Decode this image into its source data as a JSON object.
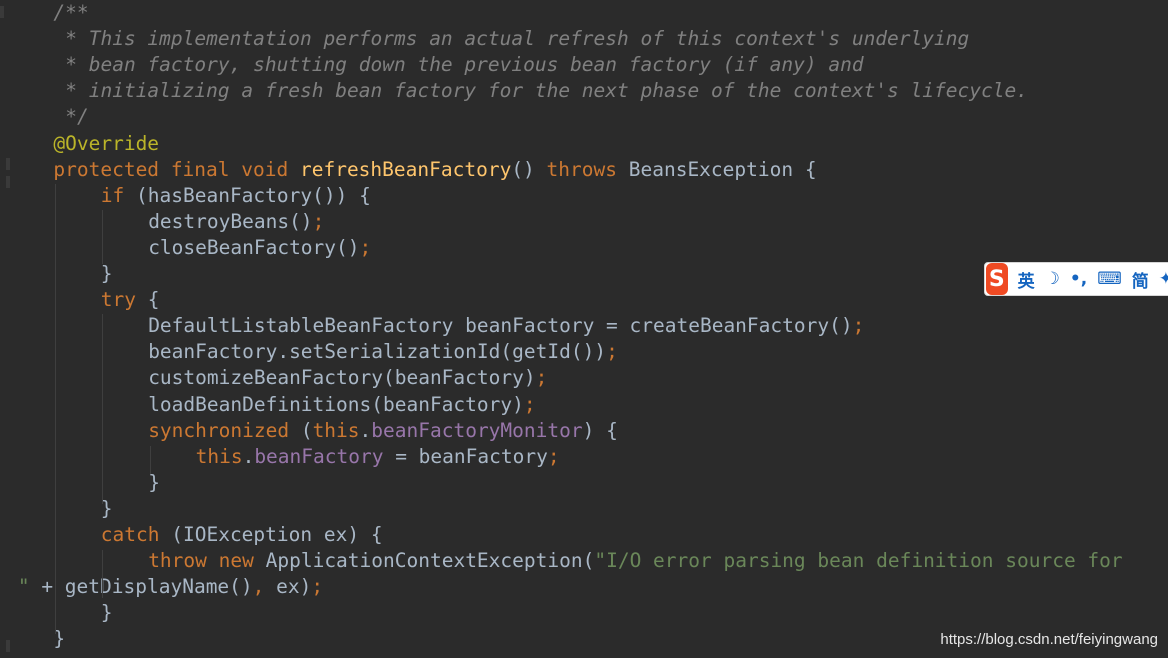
{
  "editor": {
    "lines": [
      {
        "indent": 4,
        "tokens": [
          {
            "t": "/**",
            "c": "comment"
          }
        ]
      },
      {
        "indent": 5,
        "tokens": [
          {
            "t": "* This implementation performs an actual refresh of this context's underlying",
            "c": "comment"
          }
        ]
      },
      {
        "indent": 5,
        "tokens": [
          {
            "t": "* bean factory, shutting down the previous bean factory (if any) and",
            "c": "comment"
          }
        ]
      },
      {
        "indent": 5,
        "tokens": [
          {
            "t": "* initializing a fresh bean factory for the next phase of the context's lifecycle.",
            "c": "comment"
          }
        ]
      },
      {
        "indent": 5,
        "tokens": [
          {
            "t": "*/",
            "c": "comment"
          }
        ]
      },
      {
        "indent": 4,
        "tokens": [
          {
            "t": "@Override",
            "c": "annotation"
          }
        ]
      },
      {
        "indent": 4,
        "tokens": [
          {
            "t": "protected",
            "c": "keyword"
          },
          {
            "t": " "
          },
          {
            "t": "final",
            "c": "keyword"
          },
          {
            "t": " "
          },
          {
            "t": "void",
            "c": "keyword"
          },
          {
            "t": " "
          },
          {
            "t": "refreshBeanFactory",
            "c": "method"
          },
          {
            "t": "() "
          },
          {
            "t": "throws",
            "c": "keyword"
          },
          {
            "t": " BeansException {"
          }
        ]
      },
      {
        "indent": 8,
        "tokens": [
          {
            "t": "if",
            "c": "keyword"
          },
          {
            "t": " (hasBeanFactory()) {"
          }
        ]
      },
      {
        "indent": 12,
        "tokens": [
          {
            "t": "destroyBeans()"
          },
          {
            "t": ";",
            "c": "punct"
          }
        ]
      },
      {
        "indent": 12,
        "tokens": [
          {
            "t": "closeBeanFactory()"
          },
          {
            "t": ";",
            "c": "punct"
          }
        ]
      },
      {
        "indent": 8,
        "tokens": [
          {
            "t": "}"
          }
        ]
      },
      {
        "indent": 8,
        "tokens": [
          {
            "t": "try",
            "c": "keyword"
          },
          {
            "t": " {"
          }
        ]
      },
      {
        "indent": 12,
        "tokens": [
          {
            "t": "DefaultListableBeanFactory beanFactory = createBeanFactory()"
          },
          {
            "t": ";",
            "c": "punct"
          }
        ]
      },
      {
        "indent": 12,
        "tokens": [
          {
            "t": "beanFactory.setSerializationId(getId())"
          },
          {
            "t": ";",
            "c": "punct"
          }
        ]
      },
      {
        "indent": 12,
        "tokens": [
          {
            "t": "customizeBeanFactory(beanFactory)"
          },
          {
            "t": ";",
            "c": "punct"
          }
        ]
      },
      {
        "indent": 12,
        "tokens": [
          {
            "t": "loadBeanDefinitions(beanFactory)"
          },
          {
            "t": ";",
            "c": "punct"
          }
        ]
      },
      {
        "indent": 12,
        "tokens": [
          {
            "t": "synchronized",
            "c": "keyword"
          },
          {
            "t": " ("
          },
          {
            "t": "this",
            "c": "keyword"
          },
          {
            "t": "."
          },
          {
            "t": "beanFactoryMonitor",
            "c": "field"
          },
          {
            "t": ") {"
          }
        ]
      },
      {
        "indent": 16,
        "tokens": [
          {
            "t": "this",
            "c": "keyword"
          },
          {
            "t": "."
          },
          {
            "t": "beanFactory",
            "c": "field"
          },
          {
            "t": " = beanFactory"
          },
          {
            "t": ";",
            "c": "punct"
          }
        ]
      },
      {
        "indent": 12,
        "tokens": [
          {
            "t": "}"
          }
        ]
      },
      {
        "indent": 8,
        "tokens": [
          {
            "t": "}"
          }
        ]
      },
      {
        "indent": 8,
        "tokens": [
          {
            "t": "catch",
            "c": "keyword"
          },
          {
            "t": " (IOException ex) {"
          }
        ]
      },
      {
        "indent": 12,
        "tokens": [
          {
            "t": "throw",
            "c": "keyword"
          },
          {
            "t": " "
          },
          {
            "t": "new",
            "c": "keyword"
          },
          {
            "t": " ApplicationContextException("
          },
          {
            "t": "\"I/O error parsing bean definition source for",
            "c": "string"
          }
        ]
      },
      {
        "indent": 1,
        "tokens": [
          {
            "t": "\" ",
            "c": "string"
          },
          {
            "t": "+ getDisplayName()"
          },
          {
            "t": ",",
            "c": "punct"
          },
          {
            "t": " ex)"
          },
          {
            "t": ";",
            "c": "punct"
          }
        ]
      },
      {
        "indent": 8,
        "tokens": [
          {
            "t": "}"
          }
        ]
      },
      {
        "indent": 4,
        "tokens": [
          {
            "t": "}"
          }
        ]
      }
    ]
  },
  "ime_toolbar": {
    "logo": "S",
    "mode_label": "英",
    "moon_icon": "☽",
    "punct_icon": "•,",
    "keyboard_icon": "⌨",
    "simplified_label": "简",
    "more_icon": "✦"
  },
  "watermark": {
    "text": "https://blog.csdn.net/feiyingwang"
  },
  "colors": {
    "background": "#2b2b2b",
    "comment": "#808080",
    "annotation": "#bbb529",
    "keyword": "#cc7832",
    "method": "#ffc66d",
    "field": "#9876aa",
    "string": "#6a8759",
    "default": "#a9b7c6"
  }
}
